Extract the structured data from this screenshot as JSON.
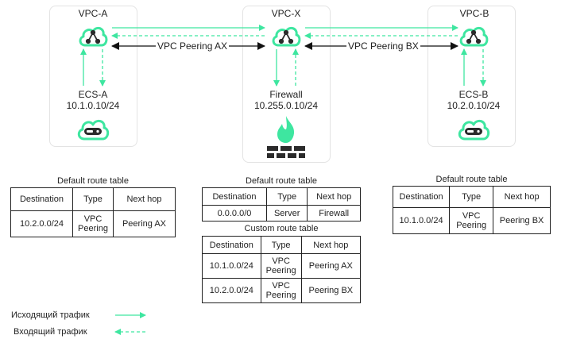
{
  "vpcs": {
    "a": {
      "title": "VPC-A",
      "host_name": "ECS-A",
      "host_cidr": "10.1.0.10/24"
    },
    "x": {
      "title": "VPC-X",
      "host_name": "Firewall",
      "host_cidr": "10.255.0.10/24"
    },
    "b": {
      "title": "VPC-B",
      "host_name": "ECS-B",
      "host_cidr": "10.2.0.10/24"
    }
  },
  "peerings": {
    "ax": "VPC Peering AX",
    "bx": "VPC Peering BX"
  },
  "tables": {
    "a_default": {
      "caption": "Default route table",
      "headers": [
        "Destination",
        "Type",
        "Next hop"
      ],
      "rows": [
        [
          "10.2.0.0/24",
          "VPC Peering",
          "Peering AX"
        ]
      ]
    },
    "x_default": {
      "caption": "Default route table",
      "headers": [
        "Destination",
        "Type",
        "Next hop"
      ],
      "rows": [
        [
          "0.0.0.0/0",
          "Server",
          "Firewall"
        ]
      ]
    },
    "x_custom": {
      "caption": "Custom route table",
      "headers": [
        "Destination",
        "Type",
        "Next hop"
      ],
      "rows": [
        [
          "10.1.0.0/24",
          "VPC Peering",
          "Peering AX"
        ],
        [
          "10.2.0.0/24",
          "VPC Peering",
          "Peering BX"
        ]
      ]
    },
    "b_default": {
      "caption": "Default route table",
      "headers": [
        "Destination",
        "Type",
        "Next hop"
      ],
      "rows": [
        [
          "10.1.0.0/24",
          "VPC Peering",
          "Peering BX"
        ]
      ]
    }
  },
  "legend": {
    "outbound": "Исходящий трафик",
    "inbound": "Входящий трафик"
  },
  "colors": {
    "accent": "#3ee6a0",
    "border": "#e3e3e3",
    "icon_dark": "#2b2b2b"
  },
  "icons": {
    "vpc": "cloud-router-icon",
    "ecs": "cloud-server-icon",
    "firewall": "firewall-icon"
  }
}
